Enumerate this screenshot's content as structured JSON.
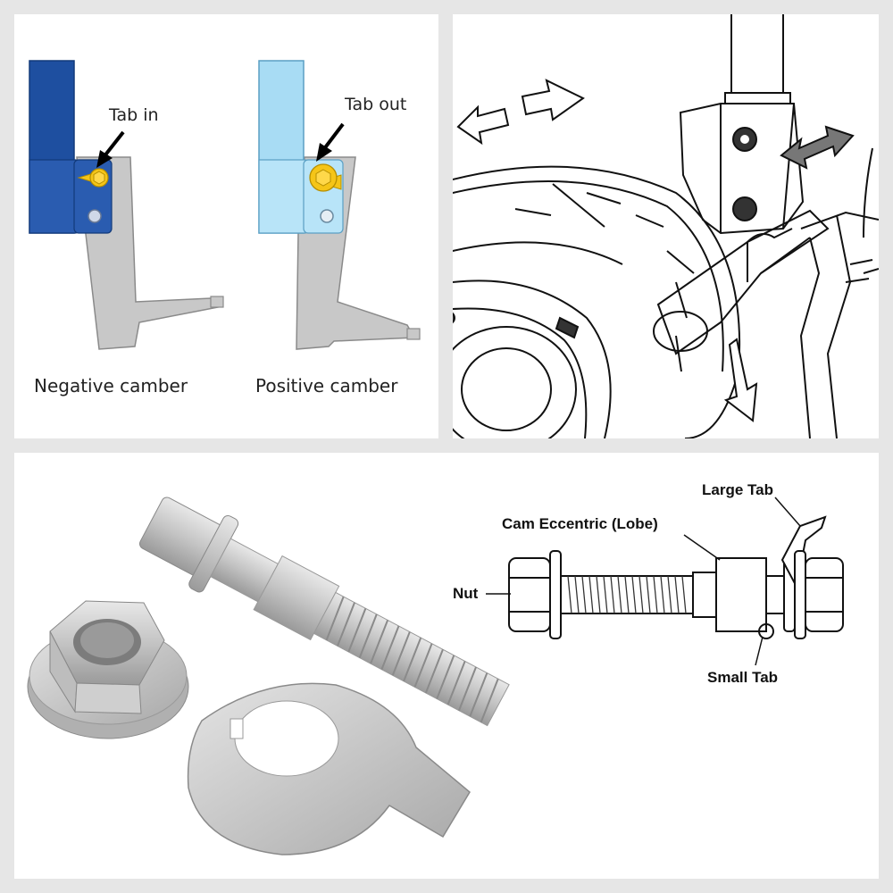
{
  "camber_panel": {
    "negative": {
      "tab_label": "Tab in",
      "caption": "Negative camber",
      "bracket_color": "#1e4fa0"
    },
    "positive": {
      "tab_label": "Tab out",
      "caption": "Positive camber",
      "bracket_color": "#a8dcf4"
    },
    "knuckle_color": "#c8c8c8",
    "bolt_color": "#f5c518"
  },
  "parts_diagram": {
    "nut": "Nut",
    "cam": "Cam Eccentric (Lobe)",
    "large_tab": "Large Tab",
    "small_tab": "Small Tab"
  },
  "icons": [
    "arrow-left-icon",
    "arrow-right-icon",
    "double-arrow-icon",
    "arrow-down-icon"
  ]
}
